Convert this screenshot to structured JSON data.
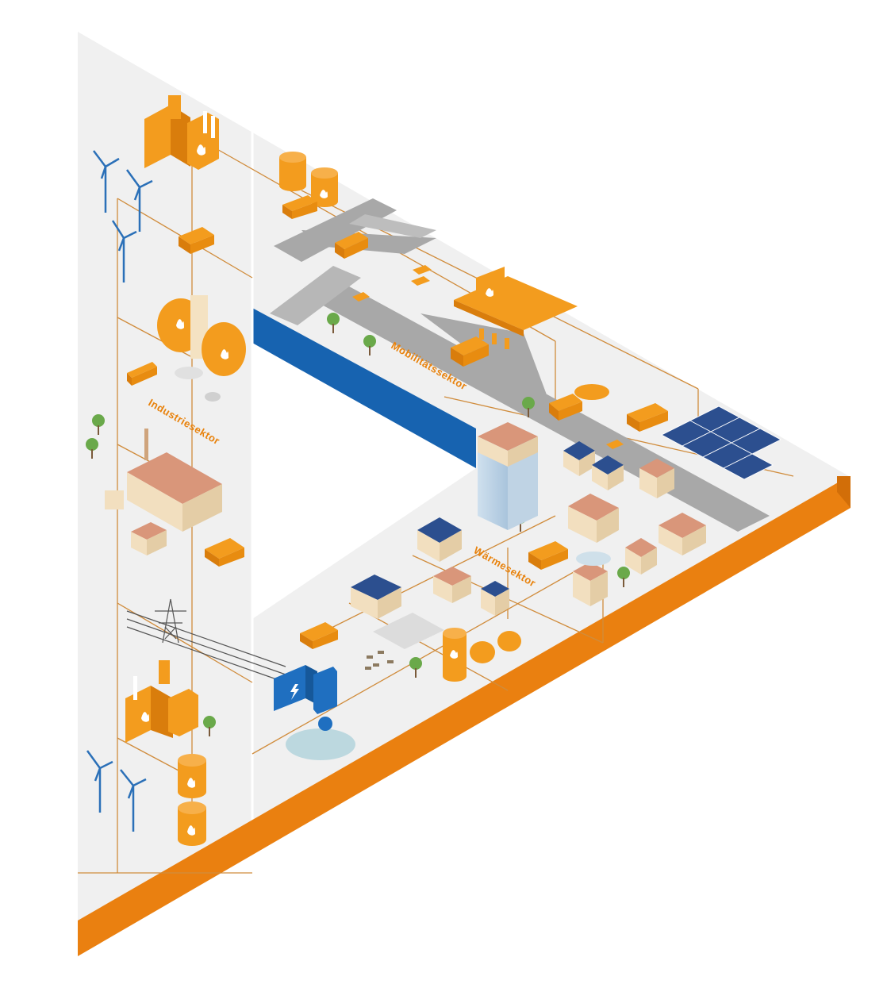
{
  "diagram": {
    "labels": {
      "industry": "Industriesektor",
      "mobility": "Mobilitätssektor",
      "heat": "Wärmesektor"
    },
    "colors": {
      "ground": "#f0f0f0",
      "edge": "#e8820c",
      "accent": "#f39c1e",
      "blue": "#1763b0",
      "grid_line": "#d08c3c",
      "road": "#a8a8a8",
      "house": "#f2dfbf",
      "roof": "#d9967a",
      "solar": "#2c4f8f",
      "tree": "#6aa94a"
    },
    "icons": [
      "wind-turbine-icon",
      "gas-tank-icon",
      "factory-icon",
      "truck-icon",
      "bus-icon",
      "car-icon",
      "gas-station-icon",
      "solar-panel-icon",
      "house-icon",
      "power-pylon-icon",
      "electrolyzer-icon",
      "tree-icon",
      "cow-icon"
    ]
  }
}
